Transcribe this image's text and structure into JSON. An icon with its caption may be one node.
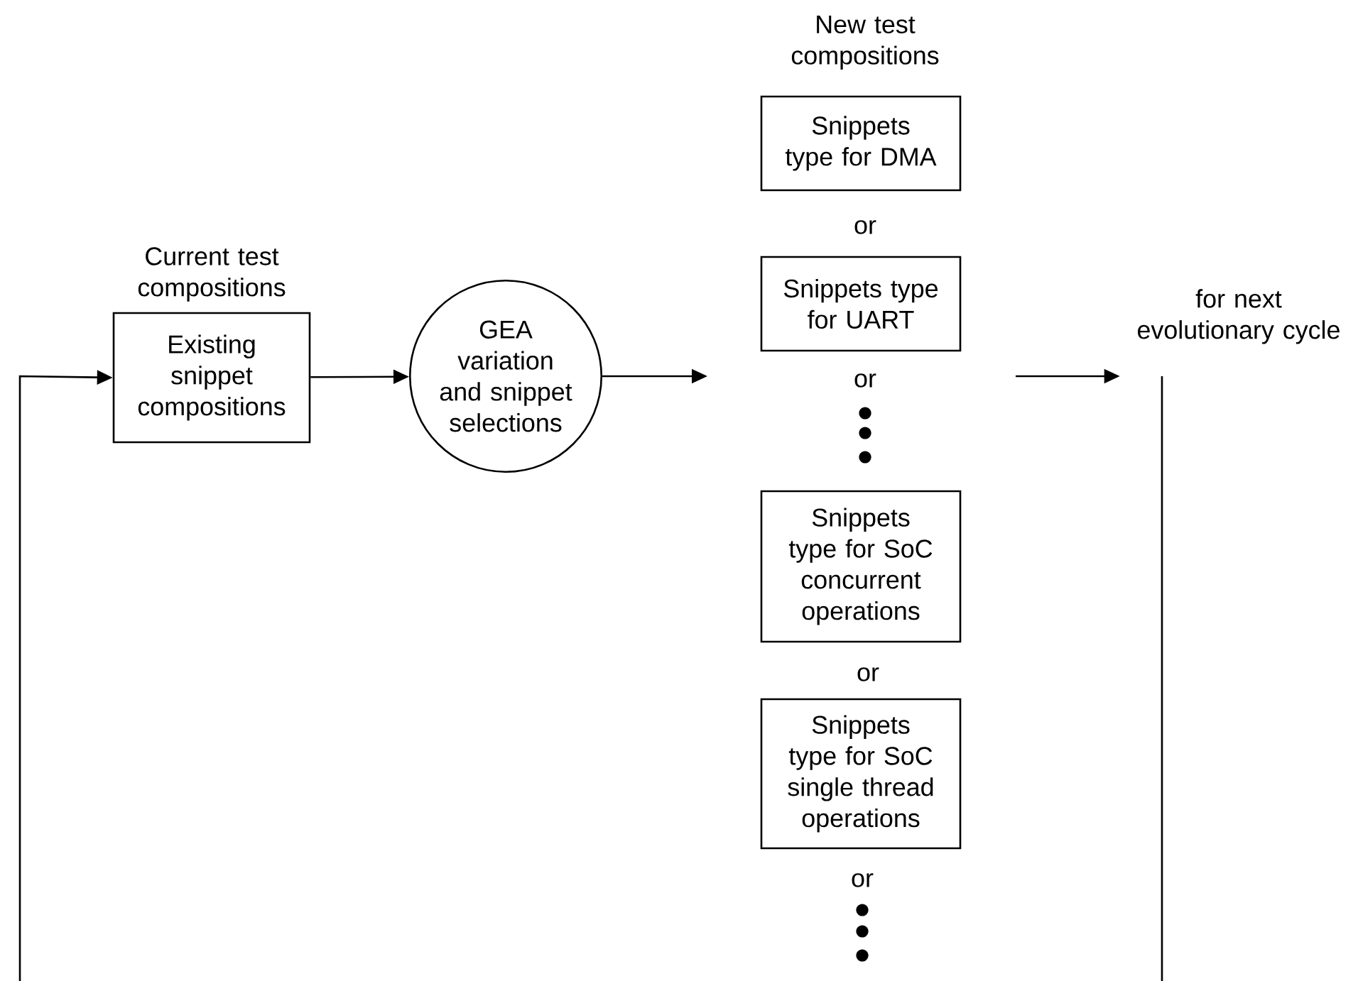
{
  "diagram": {
    "nodes": [
      {
        "text": [
          "Current test compositions",
          "Existing snippet compositions"
        ]
      },
      {
        "text": [
          "GEA variation and snippet selections"
        ]
      },
      {
        "text": [
          "Snippets type for DMA"
        ]
      },
      {
        "text": [
          "Snippets type for UART"
        ]
      },
      {
        "text": [
          "Snippets type for SoC concurrent operations"
        ]
      },
      {
        "text": [
          "Snippets type for SoC single thread operations"
        ]
      },
      {
        "text": [
          "for next evolutionary cycle"
        ]
      }
    ],
    "edges": [
      {
        "from": 0,
        "to": 1,
        "arrow": "to"
      },
      {
        "from": 1,
        "to": null,
        "arrow": "to"
      },
      {
        "from": null,
        "to": 6,
        "arrow": "to"
      },
      {
        "from": 6,
        "to": 0,
        "arrow": "to"
      }
    ],
    "labels": [
      "New test compositions",
      "or",
      "or",
      "or",
      "or"
    ]
  }
}
